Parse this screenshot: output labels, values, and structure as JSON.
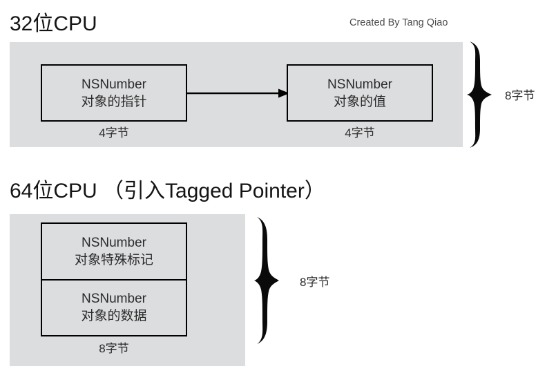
{
  "credit": "Created By Tang Qiao",
  "colors": {
    "panel_gray": "#dcdddf",
    "box_border": "#000000",
    "text": "#2b2b2b",
    "background": "#ffffff"
  },
  "sections": [
    {
      "id": "cpu32",
      "title": "32位CPU",
      "boxes": [
        {
          "id": "pointer",
          "line1": "NSNumber",
          "line2": "对象的指针",
          "size_caption": "4字节"
        },
        {
          "id": "value",
          "line1": "NSNumber",
          "line2": "对象的值",
          "size_caption": "4字节"
        }
      ],
      "arrow": {
        "from": "pointer",
        "to": "value",
        "direction": "right"
      },
      "brace_label": "8字节"
    },
    {
      "id": "cpu64",
      "title": "64位CPU （引入Tagged Pointer）",
      "boxes": [
        {
          "id": "tagged",
          "cells": [
            {
              "line1": "NSNumber",
              "line2": "对象特殊标记"
            },
            {
              "line1": "NSNumber",
              "line2": "对象的数据"
            }
          ],
          "size_caption": "8字节"
        }
      ],
      "brace_label": "8字节"
    }
  ]
}
